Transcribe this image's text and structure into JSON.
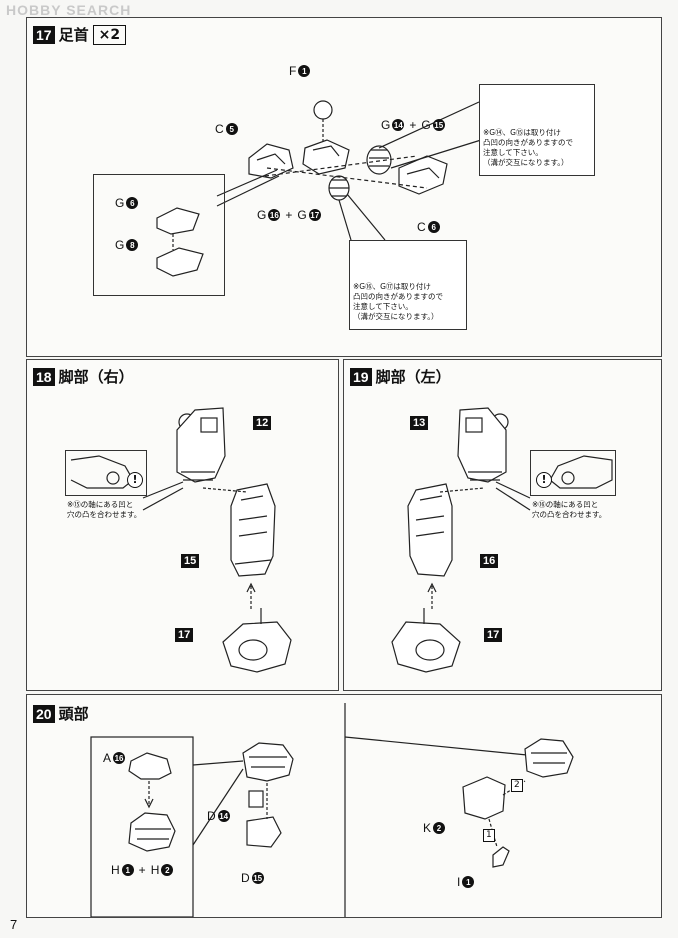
{
  "watermark": "HOBBY SEARCH",
  "page_number": "7",
  "step17": {
    "number": "17",
    "title": "足首",
    "multiplier": "×2",
    "labels": {
      "f": "F",
      "f_num": "1",
      "c_top": "C",
      "c_top_num": "5",
      "g14": "G",
      "g14_num": "14",
      "plus1": "+",
      "g15": "G",
      "g15_num": "15",
      "g6": "G",
      "g6_num": "6",
      "g8": "G",
      "g8_num": "8",
      "g16": "G",
      "g16_num": "16",
      "plus2": "+",
      "g17": "G",
      "g17_num": "17",
      "c_bot": "C",
      "c_bot_num": "6"
    },
    "note_top": [
      "※G⑭、G⑮は取り付け",
      "凸凹の向きがありますので",
      "注意して下さい。",
      "（溝が交互になります。）"
    ],
    "note_bottom": [
      "※G⑯、G⑰は取り付け",
      "凸凹の向きがありますので",
      "注意して下さい。",
      "（溝が交互になります。）"
    ]
  },
  "step18": {
    "number": "18",
    "title": "脚部（右）",
    "tag_top": "12",
    "tag_mid": "15",
    "tag_bot": "17",
    "warn": "!",
    "note": [
      "※⑮の軸にある凹と",
      "穴の凸を合わせます。"
    ]
  },
  "step19": {
    "number": "19",
    "title": "脚部（左）",
    "tag_top": "13",
    "tag_mid": "16",
    "tag_bot": "17",
    "warn": "!",
    "note": [
      "※⑯の軸にある凹と",
      "穴の凸を合わせます。"
    ]
  },
  "step20": {
    "number": "20",
    "title": "頭部",
    "labels": {
      "a": "A",
      "a_num": "16",
      "h1": "H",
      "h1_num": "1",
      "plus": "+",
      "h2": "H",
      "h2_num": "2",
      "d14": "D",
      "d14_num": "14",
      "d15": "D",
      "d15_num": "15",
      "k": "K",
      "k_num": "2",
      "i": "I",
      "i_num": "1"
    },
    "seq1": "1",
    "seq2": "2"
  }
}
